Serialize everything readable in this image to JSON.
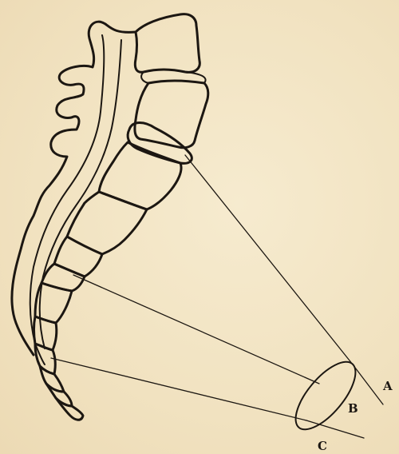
{
  "labels": {
    "a": "A",
    "b": "B",
    "c": "C"
  },
  "colors": {
    "ink": "#1c1712",
    "paper": "#f3e6c6"
  }
}
